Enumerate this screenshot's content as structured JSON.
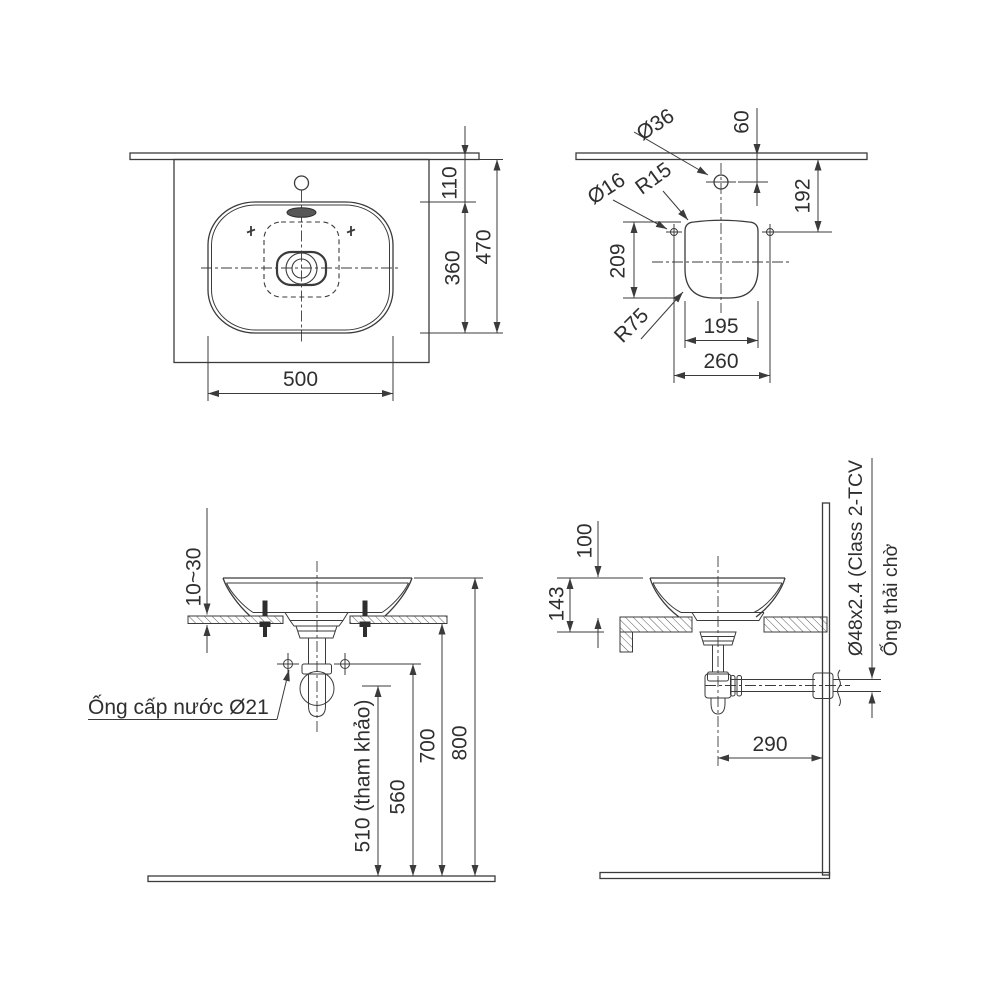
{
  "colors": {
    "line": "#3b3b3b",
    "text": "#2f2f2f",
    "background": "#ffffff",
    "overflow_slot_fill": "#575757"
  },
  "plan_view": {
    "dim_110": "110",
    "dim_360": "360",
    "dim_470": "470",
    "dim_500": "500"
  },
  "cutout_view": {
    "dim_60": "60",
    "dim_192": "192",
    "dim_209": "209",
    "dim_195": "195",
    "dim_260": "260",
    "callout_faucet_hole": "Ø36",
    "callout_corner_radius_top": "R15",
    "callout_mount_hole": "Ø16",
    "callout_corner_radius_bottom": "R75"
  },
  "front_view": {
    "dim_counter_thickness": "10~30",
    "callout_supply_pipe": "Ống cấp nước Ø21",
    "dim_510": "510 (tham khảo)",
    "dim_560": "560",
    "dim_700": "700",
    "dim_800": "800"
  },
  "side_view": {
    "dim_100": "100",
    "dim_143": "143",
    "dim_290": "290",
    "callout_waste_pipe_spec": "Ø48x2.4 (Class 2-TCV",
    "callout_waste_stub": "Ống thải chờ"
  }
}
